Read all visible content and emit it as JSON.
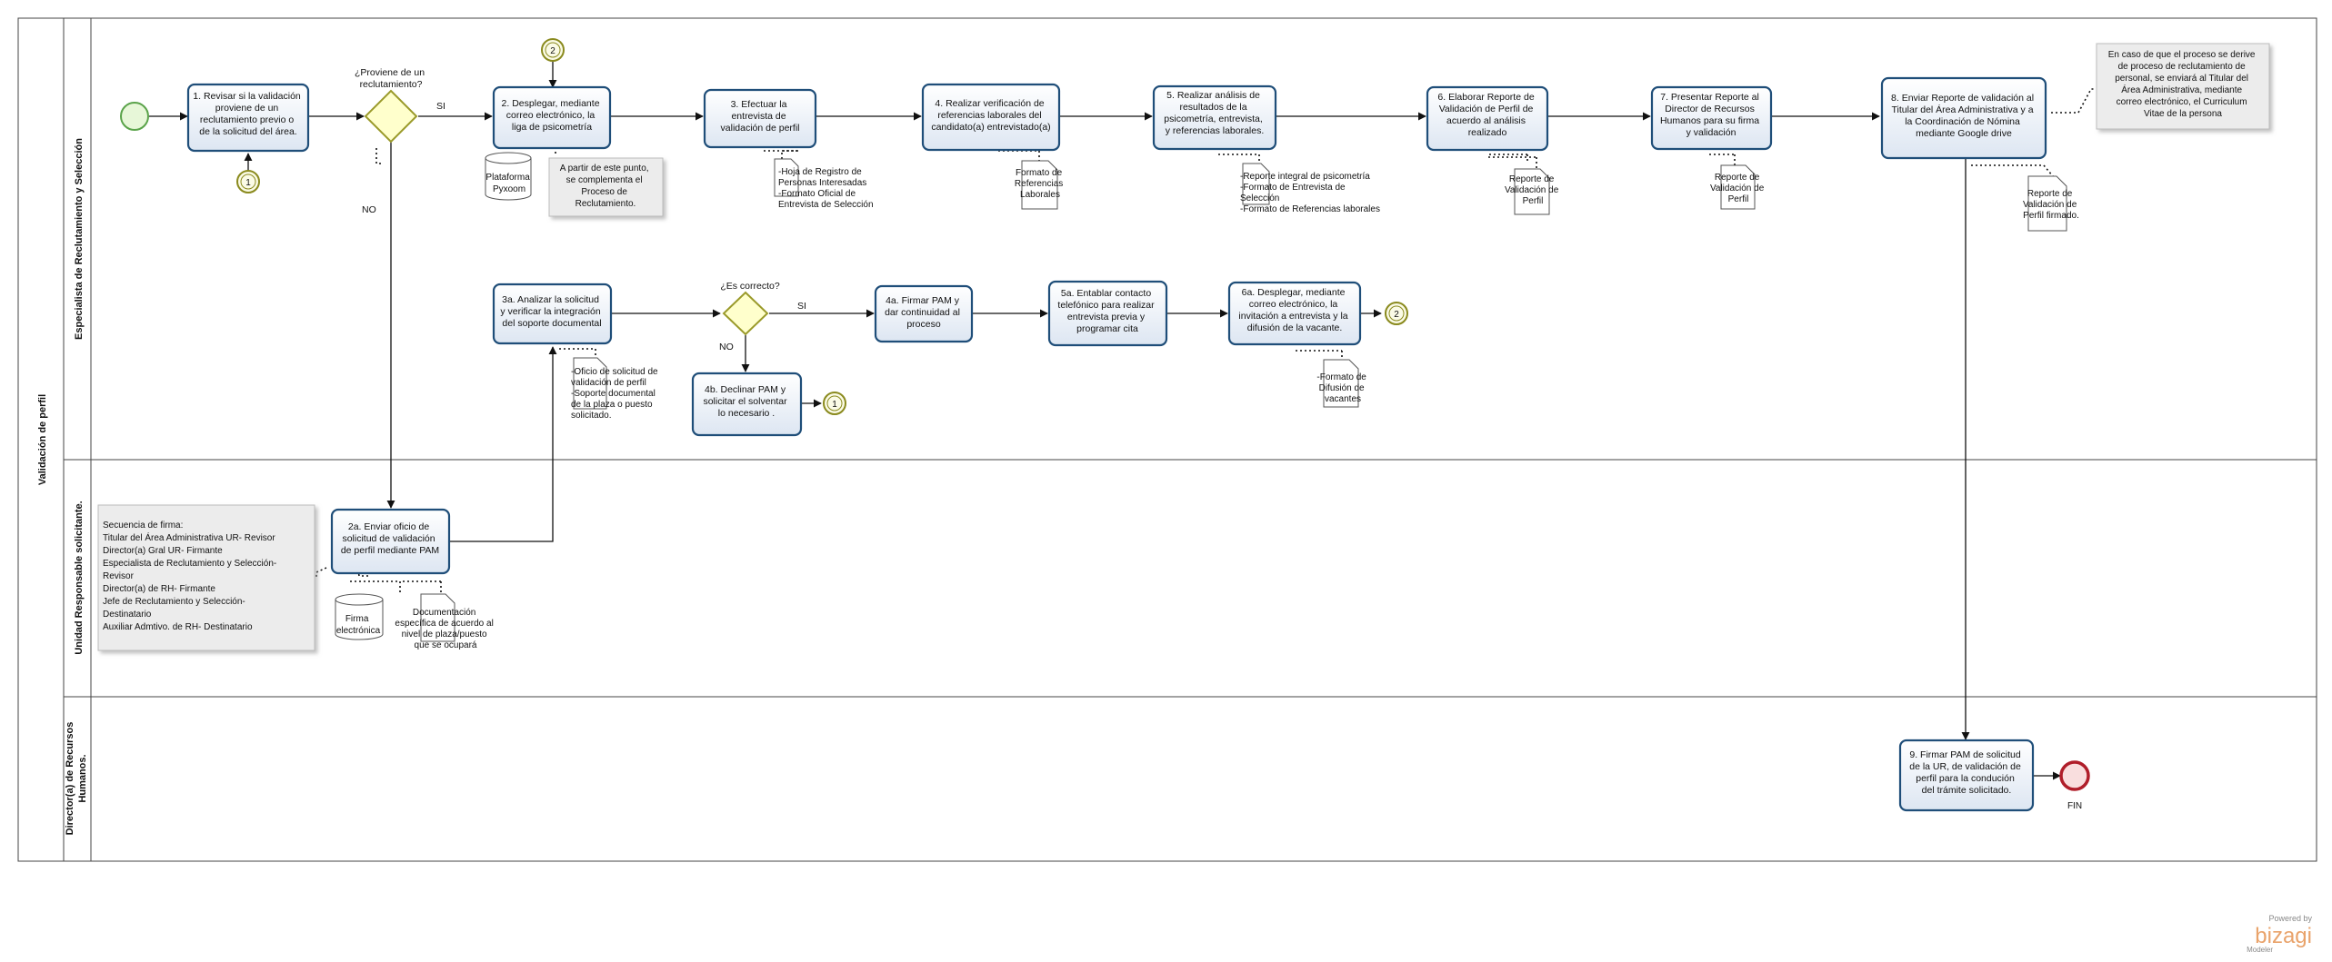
{
  "pool": {
    "title": "Validación de perfil"
  },
  "lanes": [
    {
      "name": "Especialista de Reclutamiento y Selección"
    },
    {
      "name": "Unidad Responsable solicitante."
    },
    {
      "name": "Director(a) de Recursos",
      "name2": "Humanos."
    }
  ],
  "tasks": {
    "t1": [
      "1. Revisar si la validación",
      "proviene de un",
      "reclutamiento previo o",
      "de la solicitud del área."
    ],
    "t2": [
      "2. Desplegar, mediante",
      "correo electrónico, la",
      "liga de psicometría"
    ],
    "t3": [
      "3. Efectuar la",
      "entrevista de",
      "validación de perfil"
    ],
    "t4": [
      "4. Realizar verificación de",
      "referencias laborales del",
      "candidato(a) entrevistado(a)"
    ],
    "t5": [
      "5. Realizar análisis de",
      "resultados de la",
      "psicometría, entrevista,",
      "y referencias laborales."
    ],
    "t6": [
      "6. Elaborar Reporte de",
      "Validación de Perfil de",
      "acuerdo al análisis",
      "realizado"
    ],
    "t7": [
      "7. Presentar Reporte al",
      "Director de Recursos",
      "Humanos  para su firma",
      "y validación"
    ],
    "t8": [
      "8. Enviar Reporte de validación  al",
      "Titular del Área Administrativa y a",
      "la Coordinación de Nómina",
      "mediante Google drive"
    ],
    "t3a": [
      "3a. Analizar la solicitud",
      "y verificar la integración",
      "del soporte documental"
    ],
    "t4a": [
      "4a. Firmar PAM y",
      "dar continuidad al",
      "proceso"
    ],
    "t5a": [
      "5a. Entablar contacto",
      "telefónico para realizar",
      "entrevista previa y",
      "programar cita"
    ],
    "t6a": [
      "6a. Desplegar, mediante",
      "correo electrónico, la",
      "invitación a entrevista y la",
      "difusión de la vacante."
    ],
    "t4b": [
      "4b. Declinar PAM y",
      "solicitar el solventar",
      "lo necesario ."
    ],
    "t2a": [
      "2a. Enviar oficio de",
      "solicitud de validación",
      "de perfil mediante PAM"
    ],
    "t9": [
      "9. Firmar PAM de solicitud",
      "de la UR, de validación de",
      "perfil para la condución",
      "del trámite solicitado."
    ]
  },
  "gateways": {
    "g1": {
      "question": [
        "¿Proviene de un",
        "reclutamiento?"
      ],
      "yes": "SI",
      "no": "NO"
    },
    "g2": {
      "question": [
        "¿Es correcto?"
      ],
      "yes": "SI",
      "no": "NO"
    }
  },
  "links": {
    "one": "1",
    "two": "2"
  },
  "end_label": "FIN",
  "datastores": {
    "ds1": [
      "Plataforma",
      "Pyxoom"
    ],
    "ds2": [
      "Firma",
      "electrónica"
    ]
  },
  "docs": {
    "d3": [
      "-Hoja de Registro de",
      "Personas Interesadas",
      "-Formato Oficial de",
      "Entrevista de Selección"
    ],
    "d4": [
      "Formato de",
      "Referencias",
      "Laborales"
    ],
    "d5": [
      "-Reporte integral de psicometría",
      "-Formato de Entrevista de",
      "Selección",
      "-Formato de Referencias laborales"
    ],
    "d6": [
      "Reporte de",
      "Validación de",
      "Perfil"
    ],
    "d7": [
      "Reporte de",
      "Validación de",
      "Perfil"
    ],
    "d8": [
      "Reporte de",
      "Validación de",
      "Perfil firmado."
    ],
    "d3a": [
      "-Oficio de solicitud de",
      "validación de perfil",
      "-Soporte documental",
      "de la plaza o puesto",
      "solicitado."
    ],
    "d6a": [
      "-Formato de",
      "Difusión de",
      "vacantes"
    ],
    "d2a": [
      "Documentación",
      "específica de acuerdo al",
      "nivel de plaza/puesto",
      "que se ocupará"
    ]
  },
  "annotations": {
    "a2": [
      "A partir de este punto,",
      "se complementa el",
      "Proceso de",
      "Reclutamiento."
    ],
    "a8": [
      "En caso de que el proceso se derive",
      "de proceso de reclutamiento de",
      "personal, se enviará al Titular del",
      "Área Administrativa, mediante",
      "correo electrónico, el Curriculum",
      "Vitae de la persona"
    ],
    "a2a": [
      "Secuencia de firma:",
      "Titular del Área Administrativa UR- Revisor",
      "Director(a) Gral UR- Firmante",
      "Especialista de Reclutamiento y Selección-",
      "Revisor",
      "Director(a) de RH- Firmante",
      "Jefe de Reclutamiento y Selección-",
      "Destinatario",
      "Auxiliar Admtivo. de RH- Destinatario"
    ]
  },
  "watermark": {
    "top": "Powered by",
    "brand": "bizagi",
    "sub": "Modeler"
  },
  "colors": {
    "task_border": "#1f4e79",
    "gateway_fill": "#ffffcc",
    "start_stroke": "#5aa34a",
    "end_stroke": "#b01e2a",
    "brand": "#e9a36b"
  }
}
